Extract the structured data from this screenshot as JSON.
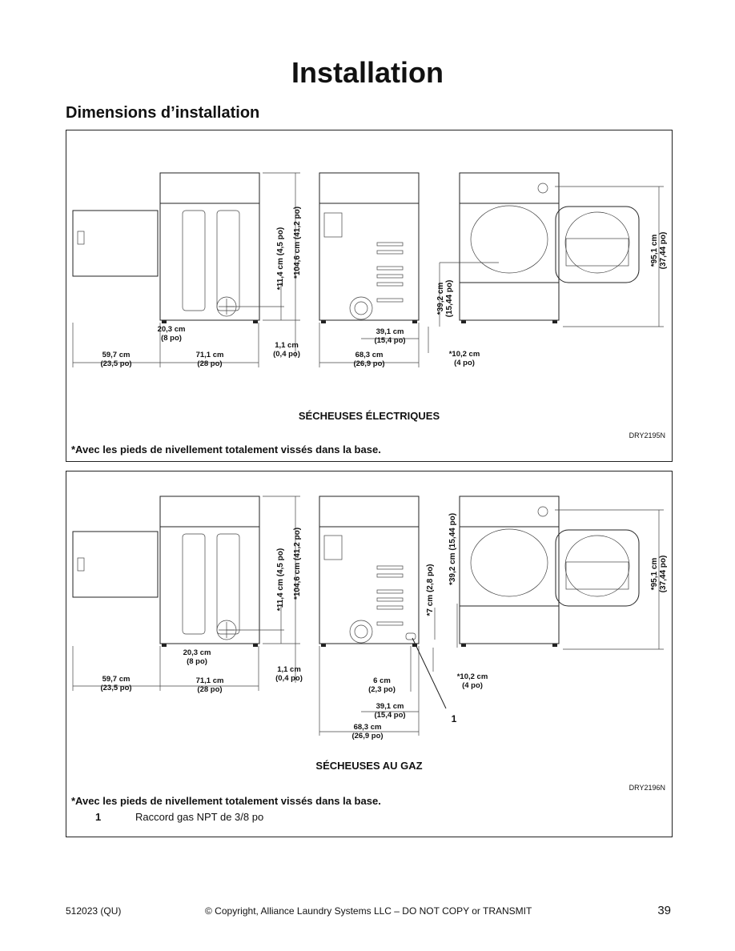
{
  "header": {
    "title": "Installation",
    "section_title": "Dimensions d’installation"
  },
  "electric": {
    "title": "SÉCHEUSES ÉLECTRIQUES",
    "code": "DRY2195N",
    "footnote": "*Avec les pieds de nivellement totalement vissés dans la base.",
    "dims": {
      "d1": "20,3 cm",
      "d1b": "(8 po)",
      "d2": "59,7 cm",
      "d2b": "(23,5 po)",
      "d3": "71,1 cm",
      "d3b": "(28 po)",
      "d4": "1,1 cm",
      "d4b": "(0,4 po)",
      "d5": "39,1 cm",
      "d5b": "(15,4 po)",
      "d6": "68,3 cm",
      "d6b": "(26,9 po)",
      "d7": "*10,2 cm",
      "d7b": "(4 po)",
      "v1": "*11,4 cm (4,5 po)",
      "v2": "*104,6 cm (41,2 po)",
      "v3a": "*39,2 cm",
      "v3b": "(15,44 po)",
      "v4a": "*95,1 cm",
      "v4b": "(37,44 po)"
    }
  },
  "gas": {
    "title": "SÉCHEUSES AU GAZ",
    "code": "DRY2196N",
    "footnote": "*Avec les pieds de nivellement totalement vissés dans la base.",
    "legend": [
      {
        "num": "1",
        "text": "Raccord gas NPT de 3/8 po"
      }
    ],
    "callout": "1",
    "dims": {
      "d1": "20,3 cm",
      "d1b": "(8 po)",
      "d2": "59,7 cm",
      "d2b": "(23,5 po)",
      "d3": "71,1 cm",
      "d3b": "(28 po)",
      "d4": "1,1 cm",
      "d4b": "(0,4 po)",
      "d5": "6 cm",
      "d5b": "(2,3 po)",
      "d6": "39,1 cm",
      "d6b": "(15,4 po)",
      "d7": "68,3 cm",
      "d7b": "(26,9 po)",
      "d8": "*10,2 cm",
      "d8b": "(4 po)",
      "v1": "*11,4 cm (4,5 po)",
      "v2": "*104,6 cm (41,2 po)",
      "v3": "*7 cm (2,8 po)",
      "v4": "*39,2 cm (15,44 po)",
      "v5a": "*95,1 cm",
      "v5b": "(37,44 po)"
    }
  },
  "footer": {
    "doc_code": "512023 (QU)",
    "copyright": "© Copyright, Alliance Laundry Systems LLC – DO NOT COPY or TRANSMIT",
    "page_number": "39"
  }
}
